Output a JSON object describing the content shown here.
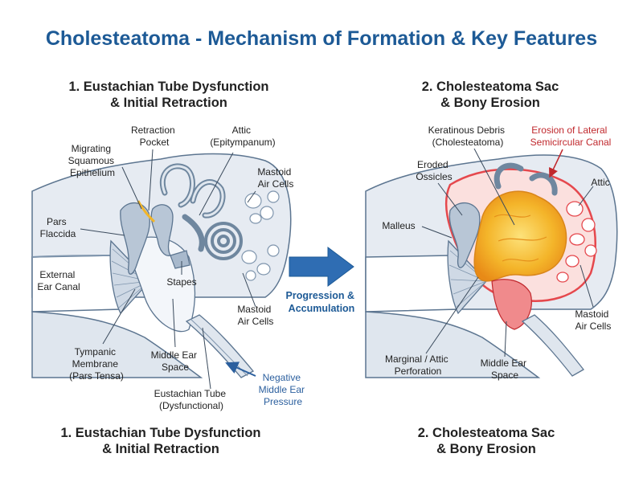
{
  "title": "Cholesteatoma - Mechanism of Formation & Key Features",
  "panel1": {
    "heading_top": "1. Eustachian Tube Dysfunction\n& Initial Retraction",
    "heading_bottom": "1. Eustachian Tube Dysfunction\n& Initial Retraction",
    "labels": {
      "retraction_pocket": [
        "Retraction",
        "Pocket"
      ],
      "attic": [
        "Attic",
        "(Epitympanum)"
      ],
      "migrating": [
        "Migrating",
        "Squamous",
        "Epithelium"
      ],
      "mastoid_upper": [
        "Mastoid",
        "Air Cells"
      ],
      "pars_flaccida": [
        "Pars",
        "Flaccida"
      ],
      "external_canal": [
        "External",
        "Ear Canal"
      ],
      "stapes": [
        "Stapes"
      ],
      "mastoid_lower": [
        "Mastoid",
        "Air Cells"
      ],
      "tympanic": [
        "Tympanic",
        "Membrane",
        "(Pars Tensa)"
      ],
      "middle_ear": [
        "Middle Ear",
        "Space"
      ],
      "eustachian": [
        "Eustachian Tube",
        "(Dysfunctional)"
      ],
      "negative_pressure": [
        "Negative",
        "Middle Ear",
        "Pressure"
      ]
    }
  },
  "progression": [
    "Progression &",
    "Accumulation"
  ],
  "panel2": {
    "heading_top": "2. Cholesteatoma Sac\n& Bony Erosion",
    "heading_bottom": "2. Cholesteatoma Sac\n& Bony Erosion",
    "labels": {
      "keratinous": [
        "Keratinous Debris",
        "(Cholesteatoma)"
      ],
      "erosion_canal": [
        "Erosion of Lateral",
        "Semicircular Canal"
      ],
      "eroded_ossicles": [
        "Eroded",
        "Ossicles"
      ],
      "attic": [
        "Attic"
      ],
      "malleus": [
        "Malleus"
      ],
      "mastoid": [
        "Mastoid",
        "Air Cells"
      ],
      "marginal": [
        "Marginal / Attic",
        "Perforation"
      ],
      "middle_ear": [
        "Middle Ear",
        "Space"
      ]
    }
  },
  "colors": {
    "title": "#1d5a96",
    "bone": "#e6ebf2",
    "tissue": "#a8b9cc",
    "outline": "#5c7590",
    "cholesteatoma": "#f2a81e",
    "inflammation": "#e5484d",
    "arrow": "#2f6db3",
    "label_red": "#c0282d",
    "label_blue": "#2b5f9e"
  }
}
